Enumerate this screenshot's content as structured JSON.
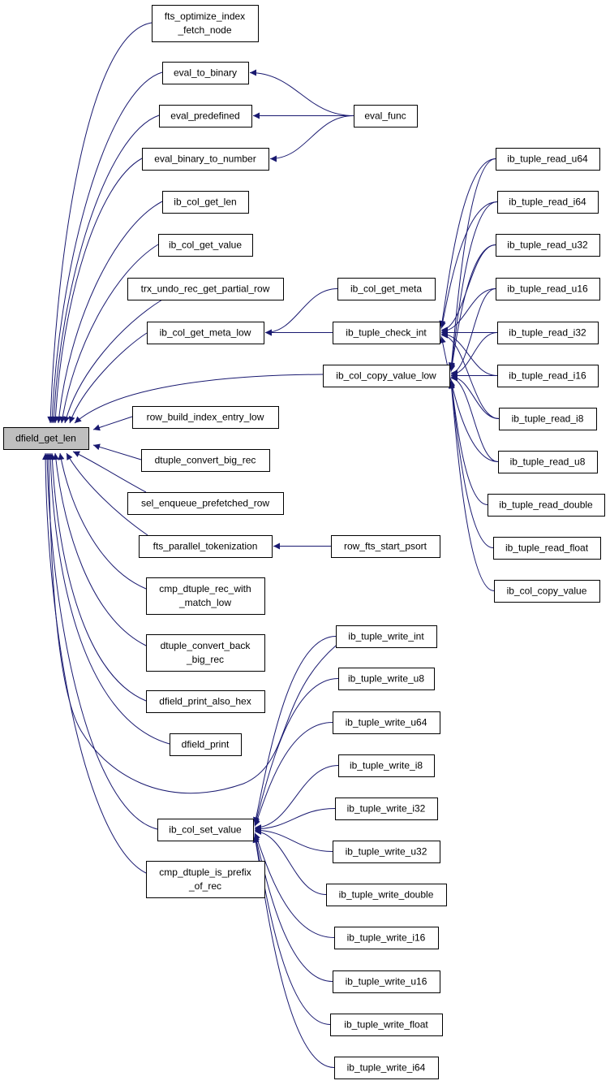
{
  "graph": {
    "colors": {
      "edge": "#191970",
      "node_fill": "#ffffff",
      "root_fill": "#bfbfbf",
      "node_border": "#000000"
    },
    "nodes": {
      "root": [
        "dfield_get_len"
      ],
      "fts_optimize": [
        "fts_optimize_index",
        "_fetch_node"
      ],
      "eval_to_binary": [
        "eval_to_binary"
      ],
      "eval_predefined": [
        "eval_predefined"
      ],
      "eval_binary_to_number": [
        "eval_binary_to_number"
      ],
      "eval_func": [
        "eval_func"
      ],
      "ib_col_get_len": [
        "ib_col_get_len"
      ],
      "ib_col_get_value": [
        "ib_col_get_value"
      ],
      "trx_undo": [
        "trx_undo_rec_get_partial_row"
      ],
      "ib_col_get_meta_low": [
        "ib_col_get_meta_low"
      ],
      "ib_col_get_meta": [
        "ib_col_get_meta"
      ],
      "ib_tuple_check_int": [
        "ib_tuple_check_int"
      ],
      "ib_col_copy_value_low": [
        "ib_col_copy_value_low"
      ],
      "read_u64": [
        "ib_tuple_read_u64"
      ],
      "read_i64": [
        "ib_tuple_read_i64"
      ],
      "read_u32": [
        "ib_tuple_read_u32"
      ],
      "read_u16": [
        "ib_tuple_read_u16"
      ],
      "read_i32": [
        "ib_tuple_read_i32"
      ],
      "read_i16": [
        "ib_tuple_read_i16"
      ],
      "read_i8": [
        "ib_tuple_read_i8"
      ],
      "read_u8": [
        "ib_tuple_read_u8"
      ],
      "read_double": [
        "ib_tuple_read_double"
      ],
      "read_float": [
        "ib_tuple_read_float"
      ],
      "ib_col_copy_value": [
        "ib_col_copy_value"
      ],
      "row_build": [
        "row_build_index_entry_low"
      ],
      "dtuple_convert_big_rec": [
        "dtuple_convert_big_rec"
      ],
      "sel_enqueue": [
        "sel_enqueue_prefetched_row"
      ],
      "fts_parallel": [
        "fts_parallel_tokenization"
      ],
      "row_fts_start_psort": [
        "row_fts_start_psort"
      ],
      "cmp_dtuple_rec": [
        "cmp_dtuple_rec_with",
        "_match_low"
      ],
      "dtuple_convert_back": [
        "dtuple_convert_back",
        "_big_rec"
      ],
      "dfield_print_also_hex": [
        "dfield_print_also_hex"
      ],
      "dfield_print": [
        "dfield_print"
      ],
      "ib_col_set_value": [
        "ib_col_set_value"
      ],
      "cmp_dtuple_is_prefix": [
        "cmp_dtuple_is_prefix",
        "_of_rec"
      ],
      "write_int": [
        "ib_tuple_write_int"
      ],
      "write_u8": [
        "ib_tuple_write_u8"
      ],
      "write_u64": [
        "ib_tuple_write_u64"
      ],
      "write_i8": [
        "ib_tuple_write_i8"
      ],
      "write_i32": [
        "ib_tuple_write_i32"
      ],
      "write_u32": [
        "ib_tuple_write_u32"
      ],
      "write_double": [
        "ib_tuple_write_double"
      ],
      "write_i16": [
        "ib_tuple_write_i16"
      ],
      "write_u16": [
        "ib_tuple_write_u16"
      ],
      "write_float": [
        "ib_tuple_write_float"
      ],
      "write_i64": [
        "ib_tuple_write_i64"
      ]
    },
    "edges": [
      [
        "fts_optimize",
        "root"
      ],
      [
        "eval_to_binary",
        "root"
      ],
      [
        "eval_predefined",
        "root"
      ],
      [
        "eval_binary_to_number",
        "root"
      ],
      [
        "ib_col_get_len",
        "root"
      ],
      [
        "ib_col_get_value",
        "root"
      ],
      [
        "trx_undo",
        "root"
      ],
      [
        "ib_col_get_meta_low",
        "root"
      ],
      [
        "ib_col_copy_value_low",
        "root"
      ],
      [
        "row_build",
        "root"
      ],
      [
        "dtuple_convert_big_rec",
        "root"
      ],
      [
        "sel_enqueue",
        "root"
      ],
      [
        "fts_parallel",
        "root"
      ],
      [
        "cmp_dtuple_rec",
        "root"
      ],
      [
        "dtuple_convert_back",
        "root"
      ],
      [
        "dfield_print_also_hex",
        "root"
      ],
      [
        "dfield_print",
        "root"
      ],
      [
        "write_int",
        "root"
      ],
      [
        "ib_col_set_value",
        "root"
      ],
      [
        "cmp_dtuple_is_prefix",
        "root"
      ],
      [
        "eval_func",
        "eval_to_binary"
      ],
      [
        "eval_func",
        "eval_predefined"
      ],
      [
        "eval_func",
        "eval_binary_to_number"
      ],
      [
        "ib_col_get_meta",
        "ib_col_get_meta_low"
      ],
      [
        "ib_tuple_check_int",
        "ib_col_get_meta_low"
      ],
      [
        "read_u64",
        "ib_tuple_check_int"
      ],
      [
        "read_i64",
        "ib_tuple_check_int"
      ],
      [
        "read_u32",
        "ib_tuple_check_int"
      ],
      [
        "read_u16",
        "ib_tuple_check_int"
      ],
      [
        "read_i32",
        "ib_tuple_check_int"
      ],
      [
        "read_i16",
        "ib_tuple_check_int"
      ],
      [
        "read_i8",
        "ib_tuple_check_int"
      ],
      [
        "read_u8",
        "ib_tuple_check_int"
      ],
      [
        "read_u64",
        "ib_col_copy_value_low"
      ],
      [
        "read_i64",
        "ib_col_copy_value_low"
      ],
      [
        "read_u32",
        "ib_col_copy_value_low"
      ],
      [
        "read_u16",
        "ib_col_copy_value_low"
      ],
      [
        "read_i32",
        "ib_col_copy_value_low"
      ],
      [
        "read_i16",
        "ib_col_copy_value_low"
      ],
      [
        "read_i8",
        "ib_col_copy_value_low"
      ],
      [
        "read_u8",
        "ib_col_copy_value_low"
      ],
      [
        "read_double",
        "ib_col_copy_value_low"
      ],
      [
        "read_float",
        "ib_col_copy_value_low"
      ],
      [
        "ib_col_copy_value",
        "ib_col_copy_value_low"
      ],
      [
        "row_fts_start_psort",
        "fts_parallel"
      ],
      [
        "write_int",
        "ib_col_set_value"
      ],
      [
        "write_u8",
        "ib_col_set_value"
      ],
      [
        "write_u64",
        "ib_col_set_value"
      ],
      [
        "write_i8",
        "ib_col_set_value"
      ],
      [
        "write_i32",
        "ib_col_set_value"
      ],
      [
        "write_u32",
        "ib_col_set_value"
      ],
      [
        "write_double",
        "ib_col_set_value"
      ],
      [
        "write_i16",
        "ib_col_set_value"
      ],
      [
        "write_u16",
        "ib_col_set_value"
      ],
      [
        "write_float",
        "ib_col_set_value"
      ],
      [
        "write_i64",
        "ib_col_set_value"
      ]
    ]
  }
}
